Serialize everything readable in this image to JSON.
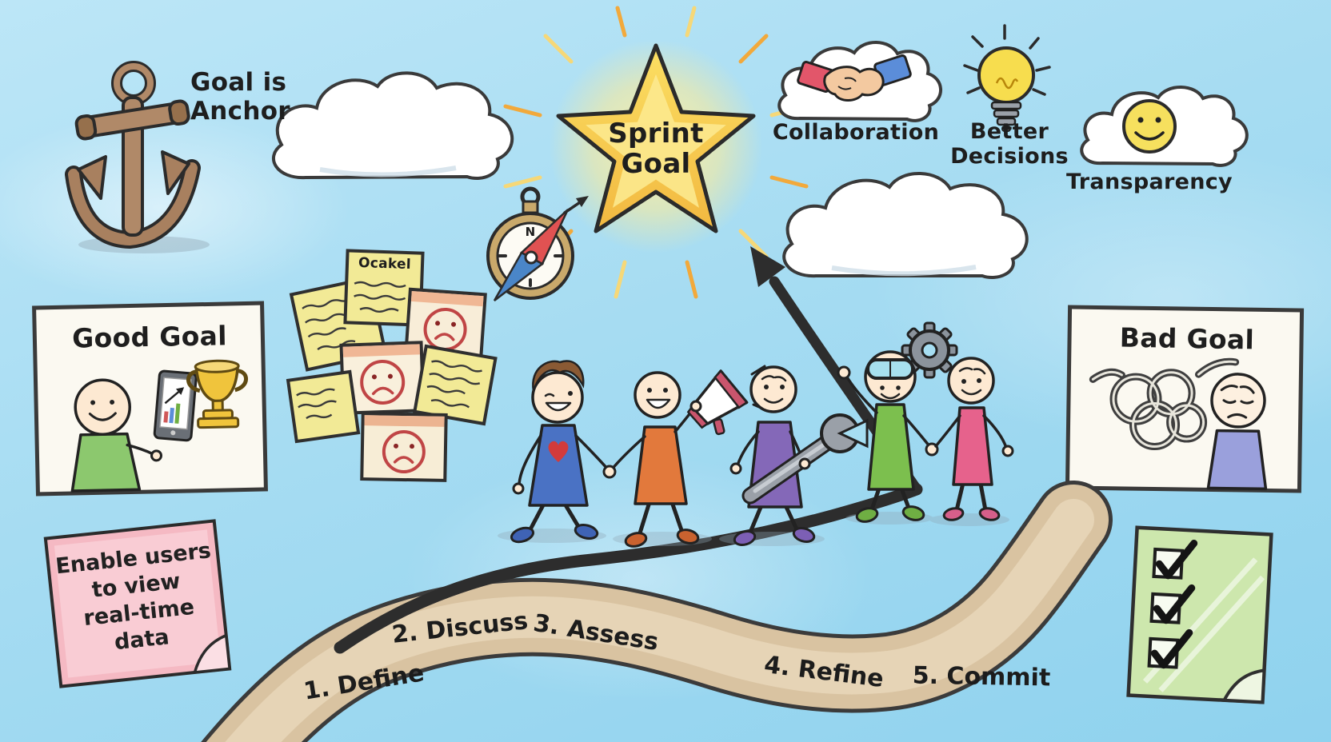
{
  "labels": {
    "goal_anchor": "Goal is Anchor",
    "sprint_goal": "Sprint Goal",
    "good_goal": "Good Goal",
    "bad_goal": "Bad Goal",
    "compass_north": "N",
    "sticky_title": "Ocakel"
  },
  "benefits": [
    {
      "icon": "handshake-cloud",
      "label": "Collaboration"
    },
    {
      "icon": "lightbulb",
      "label": "Better Decisions"
    },
    {
      "icon": "smiley-cloud",
      "label": "Transparency"
    }
  ],
  "process_steps": [
    {
      "label": "1. Define"
    },
    {
      "label": "2. Discuss"
    },
    {
      "label": "3. Assess"
    },
    {
      "label": "4. Refine"
    },
    {
      "label": "5. Commit"
    }
  ],
  "pink_note": {
    "lines": [
      "Enable users",
      "to view",
      "real-time",
      "data"
    ]
  },
  "checklist": {
    "items_checked": 3
  },
  "colors": {
    "sky": "#a6dcf2",
    "star_gold": "#f7cf4a",
    "path_tan": "#d9c3a1",
    "note_yellow": "#f2ea96",
    "note_pink": "#f5b9c3",
    "checklist_green": "#cde7ad",
    "ink": "#2d2d2d",
    "good_green": "#8cc86e",
    "sad_face_red": "#c04545"
  }
}
